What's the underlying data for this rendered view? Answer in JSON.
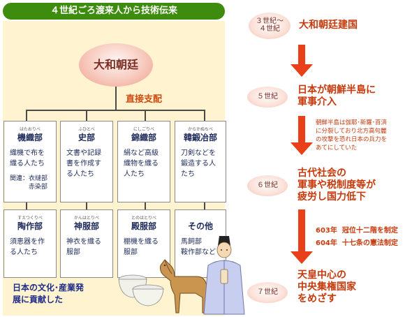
{
  "header": {
    "title": "４世紀ごろ渡来人から技術伝来"
  },
  "court": {
    "label": "大和朝廷",
    "direct_label": "直接支配"
  },
  "groups": [
    {
      "ruby": "はたおりべ",
      "name": "機織部",
      "desc": [
        "織機で布を",
        "織る人たち"
      ],
      "note": [
        "関連：衣縫部",
        "　　　赤染部"
      ]
    },
    {
      "ruby": "ふひとべ",
      "name": "史部",
      "desc": [
        "文書や記録",
        "書を作成す",
        "る人たち"
      ]
    },
    {
      "ruby": "にしごりべ",
      "name": "錦織部",
      "desc": [
        "絹など高級",
        "織物を織る",
        "人たち"
      ]
    },
    {
      "ruby": "からかぬちべ",
      "name": "韓鍛冶部",
      "desc": [
        "刀剣などを",
        "鍛造する人",
        "たち"
      ]
    },
    {
      "ruby": "すえつくりべ",
      "name": "陶作部",
      "desc": [
        "須恵器を作",
        "る人たち"
      ]
    },
    {
      "ruby": "かんはとりべ",
      "name": "神服部",
      "desc": [
        "神衣を織る",
        "服部"
      ]
    },
    {
      "ruby": "とのはとりべ",
      "name": "殿服部",
      "desc": [
        "棚機を織る",
        "服部"
      ]
    },
    {
      "ruby": "",
      "name": "その他",
      "desc": [
        "馬飼部",
        "鞍作部など"
      ]
    }
  ],
  "contribution": [
    "日本の文化･産業発",
    "展に貢献した"
  ],
  "timeline": [
    {
      "era": [
        "３世紀～",
        "４世紀"
      ],
      "event": [
        "大和朝廷建国"
      ]
    },
    {
      "era": [
        "５世紀"
      ],
      "event": [
        "日本が朝鮮半島に",
        "軍事介入"
      ]
    },
    {
      "era": [
        "６世紀"
      ],
      "event": [
        "古代社会の",
        "軍事や税制度等が",
        "疲労し国力低下"
      ]
    },
    {
      "era": [
        "７世紀"
      ],
      "event": [
        "天皇中心の",
        "中央集権国家",
        "をめざす"
      ]
    }
  ],
  "korea_note": [
    "朝鮮半島は伽耶･新羅･百済",
    "に分裂しており北方高句麗",
    "の攻撃を恐れ日本の兵力を",
    "あてにしていた"
  ],
  "laws": [
    {
      "year": "603年",
      "text": "冠位十二階を制定"
    },
    {
      "year": "604年",
      "text": "十七条の憲法制定"
    }
  ],
  "colors": {
    "banner": "#3d8c0e",
    "panel": "#fff4cf",
    "accent": "#c63a0c",
    "arrow": "#e8411a",
    "navy": "#1e2a5a"
  }
}
